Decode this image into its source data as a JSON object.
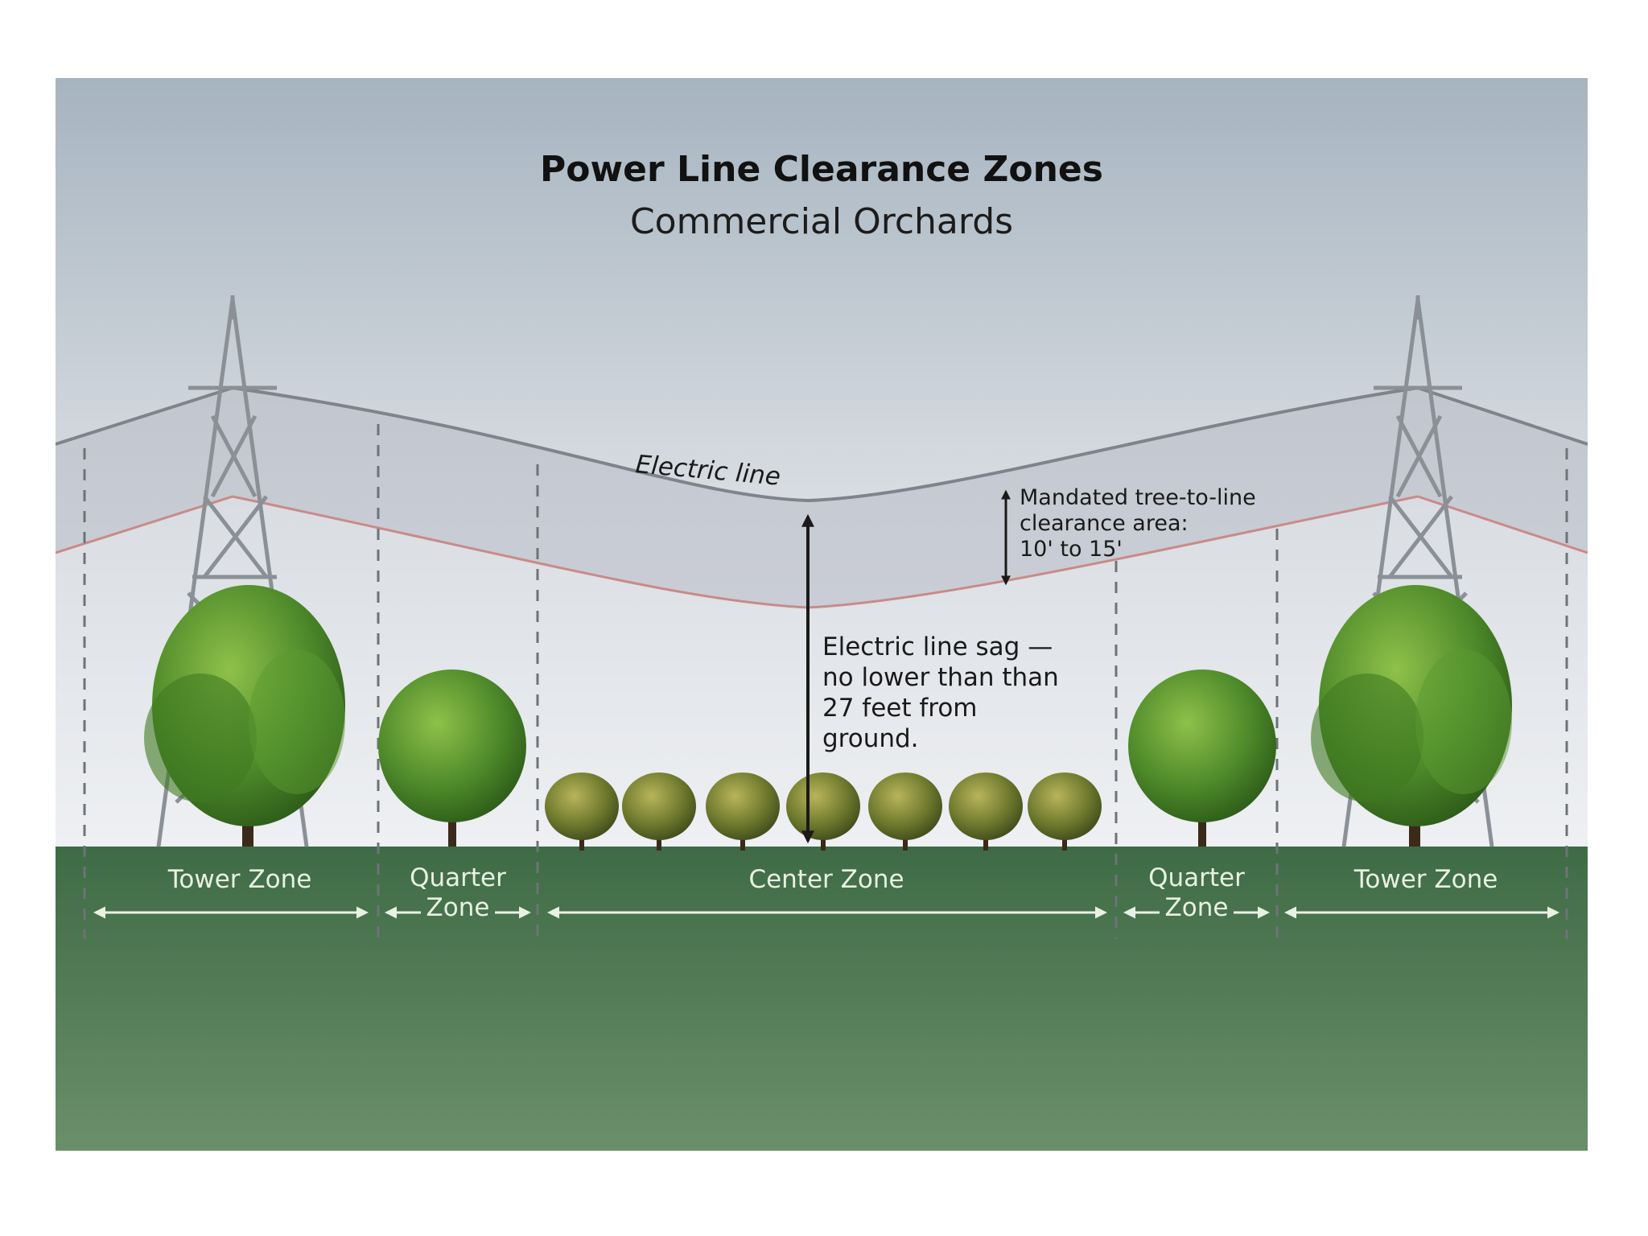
{
  "title": "Power Line Clearance Zones",
  "subtitle": "Commercial Orchards",
  "wire_label": "Electric line",
  "clearance_note": [
    "Mandated tree-to-line",
    "clearance area:",
    "10' to 15'"
  ],
  "sag_note": [
    "Electric line sag —",
    "no lower than than",
    "27 feet from",
    "ground."
  ],
  "zones": [
    {
      "line1": "Tower Zone",
      "line2": ""
    },
    {
      "line1": "Quarter",
      "line2": "Zone"
    },
    {
      "line1": "Center Zone",
      "line2": ""
    },
    {
      "line1": "Quarter",
      "line2": "Zone"
    },
    {
      "line1": "Tower Zone",
      "line2": ""
    }
  ],
  "colors": {
    "sky_top": "#a6b4c0",
    "sky_bottom": "#eef0f3",
    "ground_top": "#3e6b45",
    "ground_bottom": "#6b8f6a",
    "clearance_band": "#b8bcc6",
    "clearance_lower_line": "#c98a8a",
    "wire": "#7f848c",
    "tower": "#8b9097",
    "zone_text": "#e8f2e2"
  }
}
